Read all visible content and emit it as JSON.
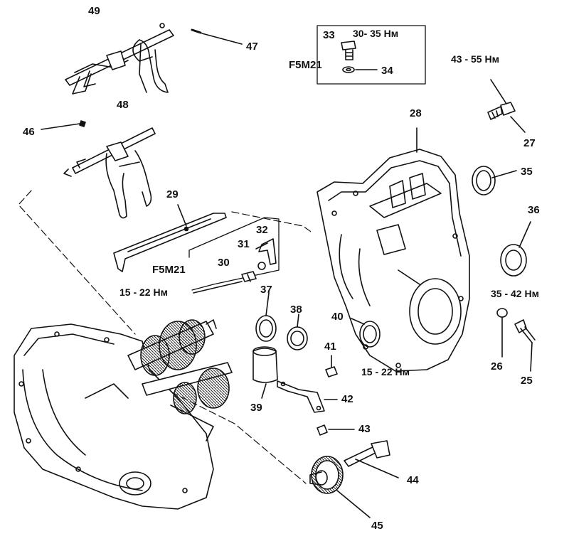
{
  "callouts": {
    "n25": "25",
    "n26": "26",
    "n27": "27",
    "n28": "28",
    "n29": "29",
    "n30": "30",
    "n31": "31",
    "n32": "32",
    "n33": "33",
    "n34": "34",
    "n35": "35",
    "n36": "36",
    "n37": "37",
    "n38": "38",
    "n39": "39",
    "n40": "40",
    "n41": "41",
    "n42": "42",
    "n43": "43",
    "n44": "44",
    "n45": "45",
    "n46": "46",
    "n47": "47",
    "n48": "48",
    "n49": "49"
  },
  "torques": {
    "t_30_35": "30- 35 Нм",
    "t_43_55": "43 - 55 Нм",
    "t_15_22_left": "15 - 22 Нм",
    "t_15_22_mid": "15 - 22 Нм",
    "t_35_42": "35 - 42 Нм"
  },
  "variants": {
    "f5m21_top": "F5M21",
    "f5m21_left": "F5M21"
  }
}
